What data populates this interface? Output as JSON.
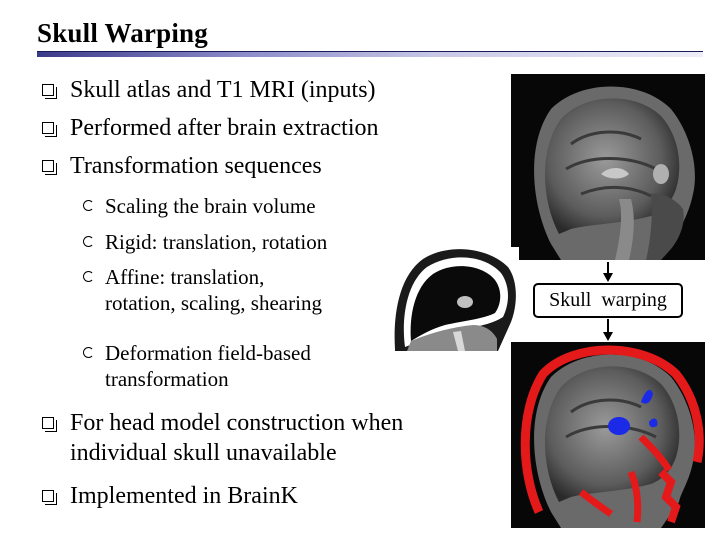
{
  "slide": {
    "title": "Skull Warping",
    "bullets": [
      "Skull atlas and T1 MRI (inputs)",
      "Performed after brain extraction",
      "Transformation sequences",
      "For head model construction when individual skull unavailable",
      "Implemented in BrainK"
    ],
    "sub_bullets": [
      "Scaling the brain volume",
      "Rigid: translation, rotation",
      "Affine: translation, rotation, scaling, shearing",
      "Deformation field-based transformation"
    ],
    "process_label": "Skull  warping"
  },
  "colors": {
    "title_rule": "#3a3a8a",
    "skull_overlay": "#e41a1a",
    "ventricle_overlay": "#1a2ae6"
  },
  "images": {
    "mri_input": "sagittal-t1-mri",
    "skull_atlas": "skull-atlas-sagittal",
    "mri_warped": "sagittal-mri-with-warped-skull-overlay"
  }
}
